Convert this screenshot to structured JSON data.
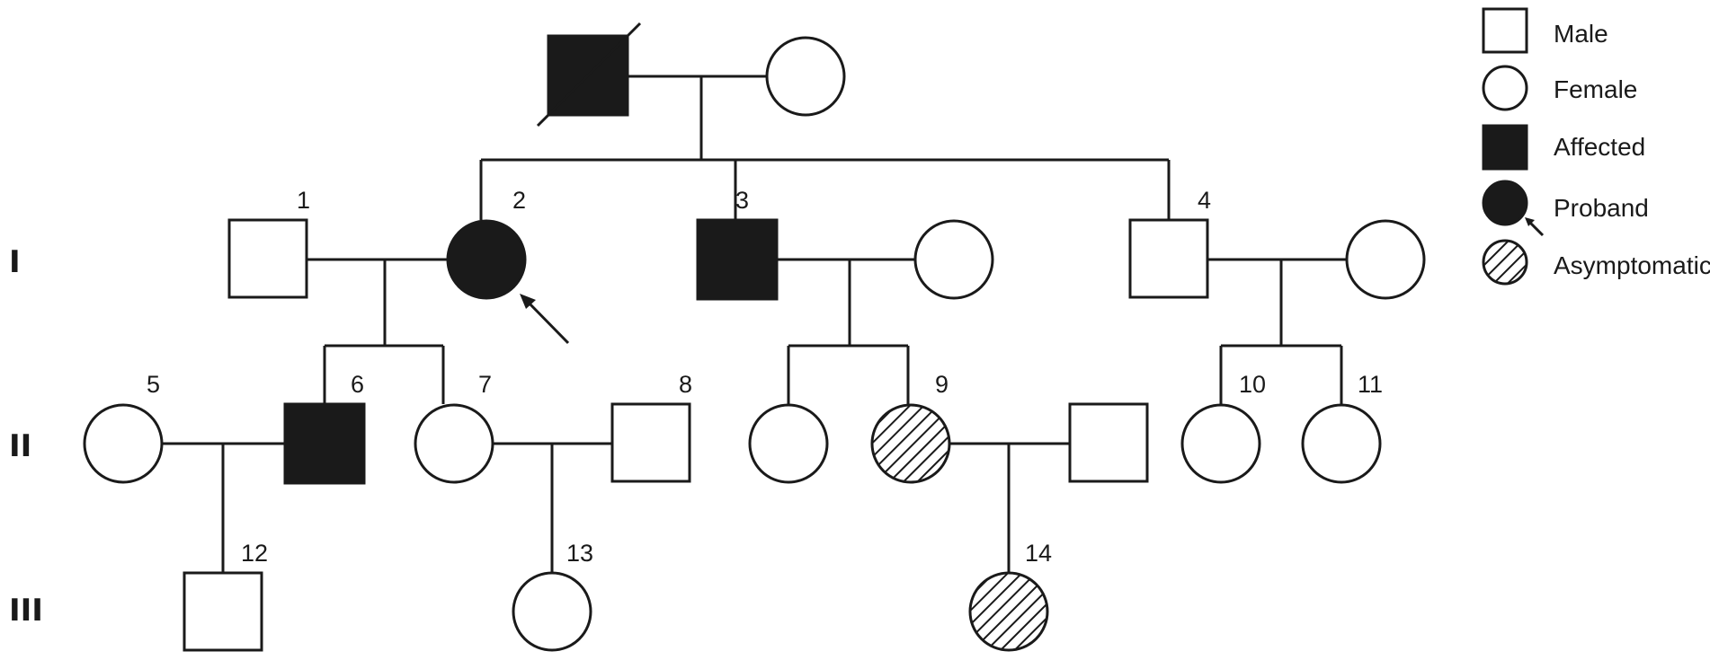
{
  "colors": {
    "line": "#1a1a1a",
    "affected_fill": "#1a1a1a",
    "unaffected_fill": "#ffffff",
    "hatch": "#1a1a1a"
  },
  "generations": [
    "I",
    "II",
    "III"
  ],
  "individual_ids": {
    "1": "1",
    "2": "2",
    "3": "3",
    "4": "4",
    "5": "5",
    "6": "6",
    "7": "7",
    "8": "8",
    "9": "9",
    "10": "10",
    "11": "11",
    "12": "12",
    "13": "13",
    "14": "14"
  },
  "legend": {
    "male": "Male",
    "female": "Female",
    "affected": "Affected",
    "proband": "Proband",
    "asymptomatic": "Asymptomatic"
  }
}
